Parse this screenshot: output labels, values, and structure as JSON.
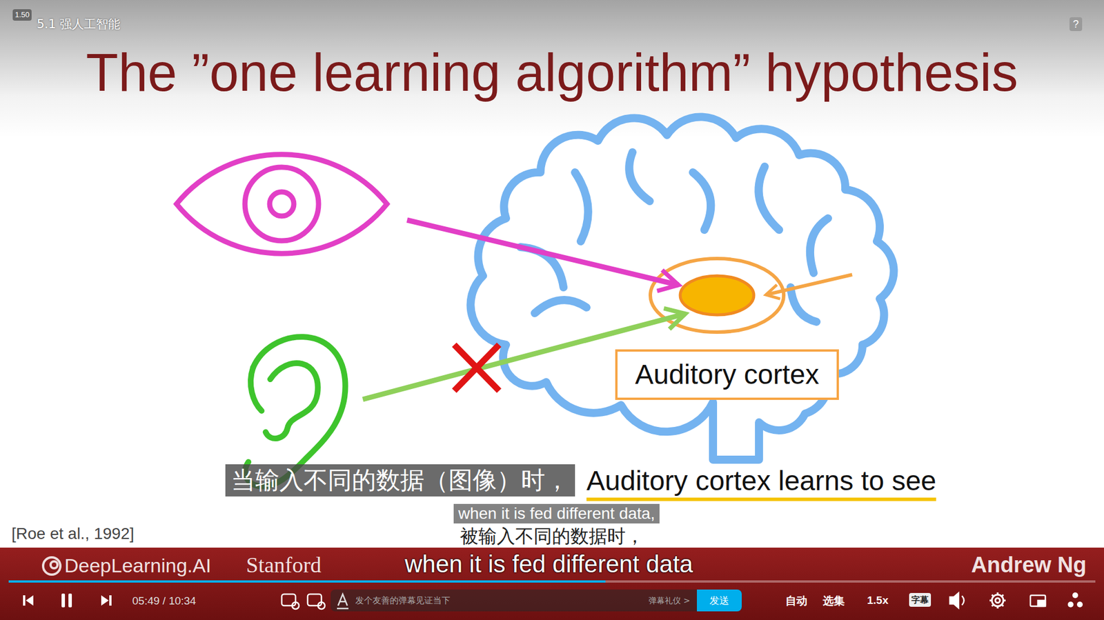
{
  "diagram": {
    "title": "The ”one learning algorithm” hypothesis",
    "nodes": [
      {
        "text": [
          "Auditory cortex"
        ]
      }
    ],
    "labels": [
      "1.50",
      "5.1 强人工智能",
      "?",
      "Auditory cortex learns to see",
      "[Roe et al., 1992]",
      "当输入不同的数据（图像）时，",
      "when it is fed different data,",
      "被输入不同的数据时，",
      "when it is fed different data",
      "DeepLearning.AI",
      "Stanford",
      "Andrew Ng",
      "05:49 / 10:34",
      "发个友善的弹幕见证当下",
      "弹幕礼仪 >",
      "发送",
      "自动",
      "选集",
      "1.5x",
      "字幕"
    ]
  }
}
